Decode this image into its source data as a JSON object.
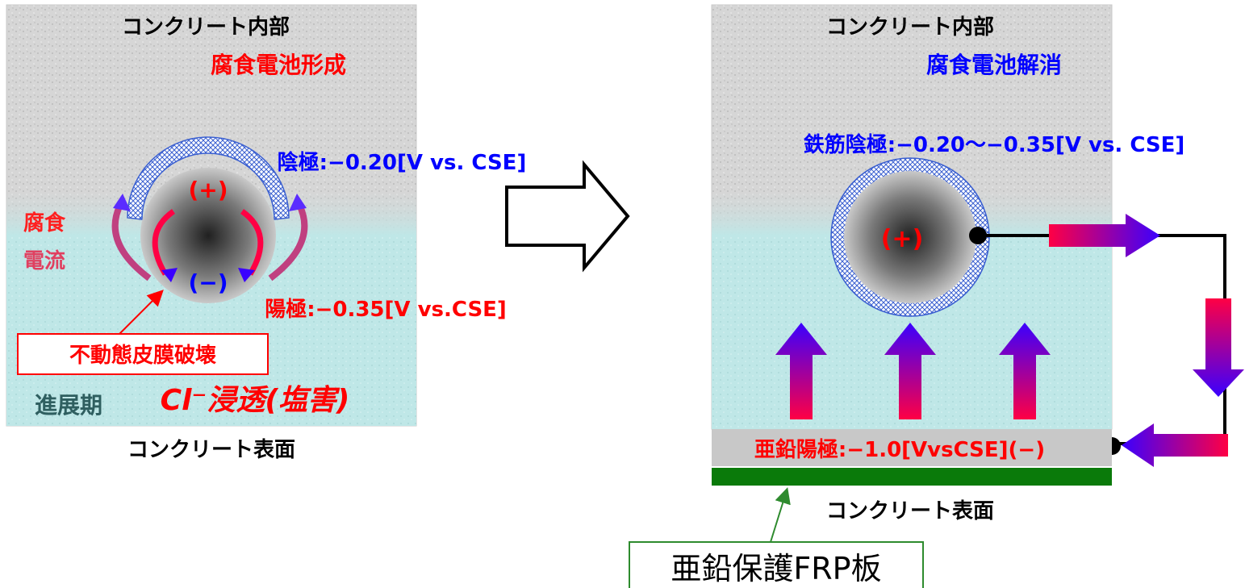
{
  "left": {
    "top_label": "コンクリート内部",
    "status": "腐食電池形成",
    "cathode": "陰極:−0.20[V vs. CSE]",
    "plus": "(+)",
    "minus": "(−)",
    "anode": "陽極:−0.35[V vs.CSE]",
    "current_1": "腐食",
    "current_2": "電流",
    "callout": "不動態皮膜破壊",
    "stage": "進展期",
    "chloride": "Cl⁻浸透(塩害)",
    "bottom_label": "コンクリート表面"
  },
  "right": {
    "top_label": "コンクリート内部",
    "status": "腐食電池解消",
    "cathode": "鉄筋陰極:−0.20〜−0.35[V vs. CSE]",
    "plus": "(+)",
    "zinc_anode": "亜鉛陽極:−1.0[VvsCSE](−)",
    "bottom_label": "コンクリート表面",
    "plate_label": "亜鉛保護FRP板"
  },
  "colors": {
    "red": "#ff0000",
    "blue": "#0000ff",
    "teal_text": "#2f5f60",
    "zinc_layer": "#c8c8c8",
    "frp_plate": "#0a7a0a",
    "callout_green": "#2e8b2e",
    "lower_zone": "#bfe8e8",
    "upper_zone": "#d8d8d8"
  }
}
